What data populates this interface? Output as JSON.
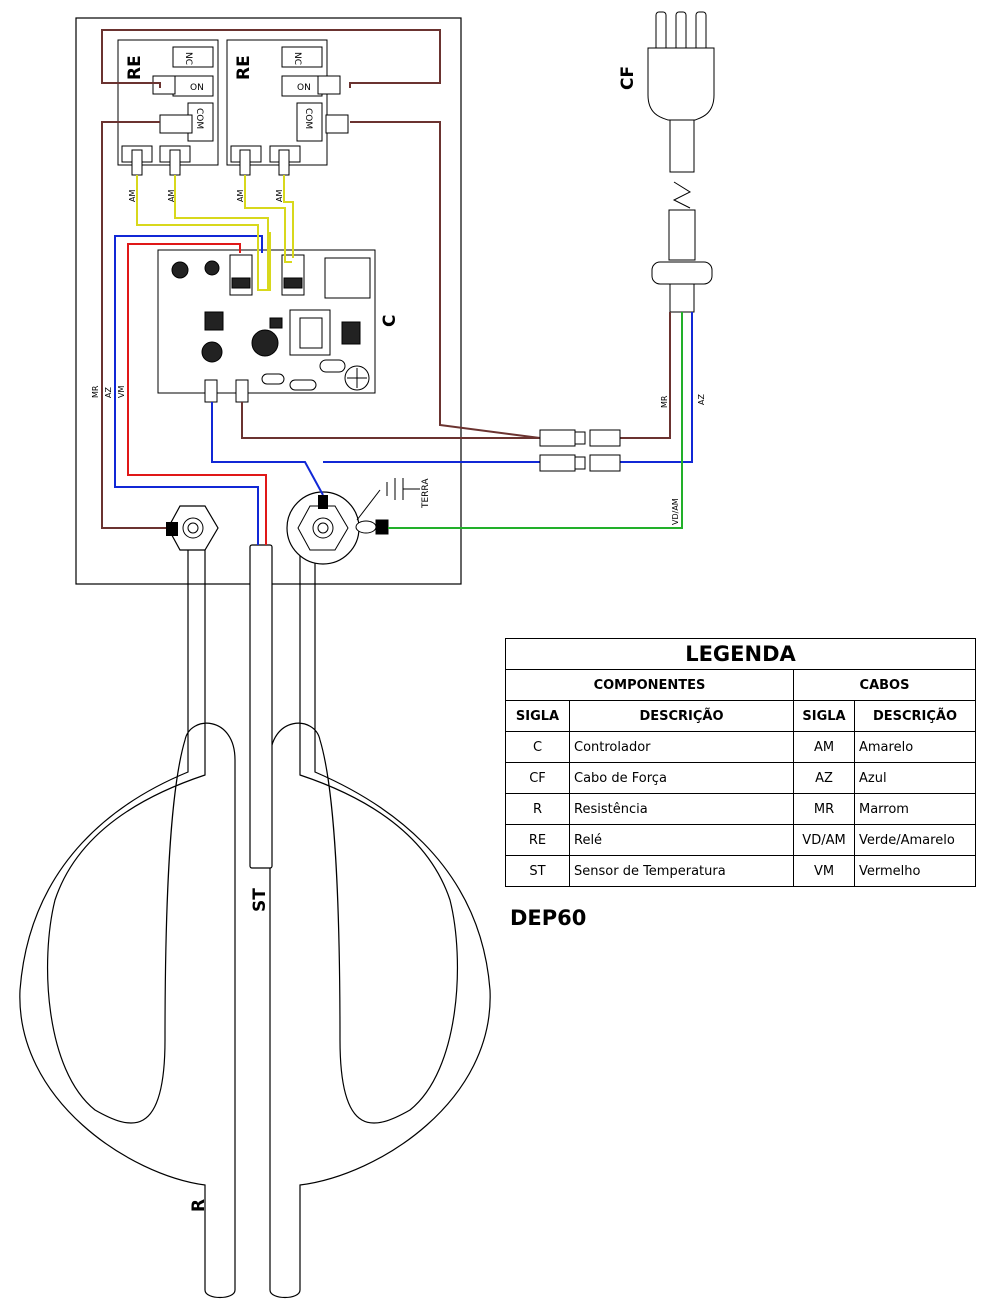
{
  "labels": {
    "relay": "RE",
    "controller": "C",
    "power_cord": "CF",
    "sensor": "ST",
    "resistance": "R",
    "ground": "TERRA",
    "relay_contacts": {
      "nc": "NC",
      "no": "ON",
      "com": "COM"
    },
    "wires": {
      "am": "AM",
      "mr": "MR",
      "az": "AZ",
      "vm": "VM",
      "vd_am": "VD/AM"
    }
  },
  "colors": {
    "marrom": "#6b3330",
    "azul": "#1128d6",
    "vermelho": "#e01818",
    "amarelo": "#d8d81c",
    "verde": "#22b02a"
  },
  "legend": {
    "title": "LEGENDA",
    "components_header": "COMPONENTES",
    "cables_header": "CABOS",
    "sigla_header": "SIGLA",
    "descricao_header": "DESCRIÇÃO",
    "rows": [
      {
        "comp_sigla": "C",
        "comp_desc": "Controlador",
        "cab_sigla": "AM",
        "cab_desc": "Amarelo"
      },
      {
        "comp_sigla": "CF",
        "comp_desc": "Cabo de Força",
        "cab_sigla": "AZ",
        "cab_desc": "Azul"
      },
      {
        "comp_sigla": "R",
        "comp_desc": "Resistência",
        "cab_sigla": "MR",
        "cab_desc": "Marrom"
      },
      {
        "comp_sigla": "RE",
        "comp_desc": "Relé",
        "cab_sigla": "VD/AM",
        "cab_desc": "Verde/Amarelo"
      },
      {
        "comp_sigla": "ST",
        "comp_desc": "Sensor de Temperatura",
        "cab_sigla": "VM",
        "cab_desc": "Vermelho"
      }
    ]
  },
  "model": "DEP60"
}
